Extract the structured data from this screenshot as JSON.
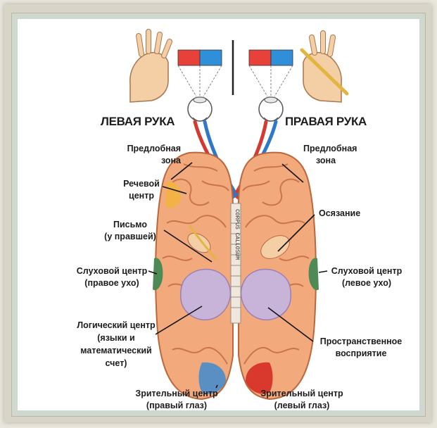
{
  "labels": {
    "left_hand": "ЛЕВАЯ РУКА",
    "right_hand": "ПРАВАЯ РУКА",
    "prefrontal_left": [
      "Предлобная",
      "зона"
    ],
    "prefrontal_right": [
      "Предлобная",
      "зона"
    ],
    "speech_center": [
      "Речевой",
      "центр"
    ],
    "writing": [
      "Письмо",
      "(у правшей)"
    ],
    "touch": "Осязание",
    "auditory_left": [
      "Слуховой центр",
      "(правое ухо)"
    ],
    "auditory_right": [
      "Слуховой центр",
      "(левое ухо)"
    ],
    "logic_center": [
      "Логический центр",
      "(языки и",
      "математический",
      "счет)"
    ],
    "spatial_perception": [
      "Пространственное",
      "восприятие"
    ],
    "visual_left": [
      "Зрительный центр",
      "(правый глаз)"
    ],
    "visual_right": [
      "Зрительный центр",
      "(левый глаз)"
    ],
    "corpus_callosum": "CORPUS CALLOSUM"
  },
  "colors": {
    "brain": "#f2a97c",
    "brain_outline": "#b9673d",
    "gyri": "#c9754a",
    "lobe_purple": "#c9b4d9",
    "auditory": "#4e8a55",
    "visual_left_patch": "#5a8fc4",
    "visual_right_patch": "#d9382c",
    "speech_patch": "#f2b43c",
    "field_red": "#e8413a",
    "field_blue": "#2f8fd8",
    "nerve_red": "#d23a32",
    "nerve_blue": "#2f78c8",
    "skin": "#f4cfa6"
  },
  "icons": [
    "left-hand-icon",
    "right-hand-writing-icon",
    "left-eye-icon",
    "right-eye-icon"
  ]
}
